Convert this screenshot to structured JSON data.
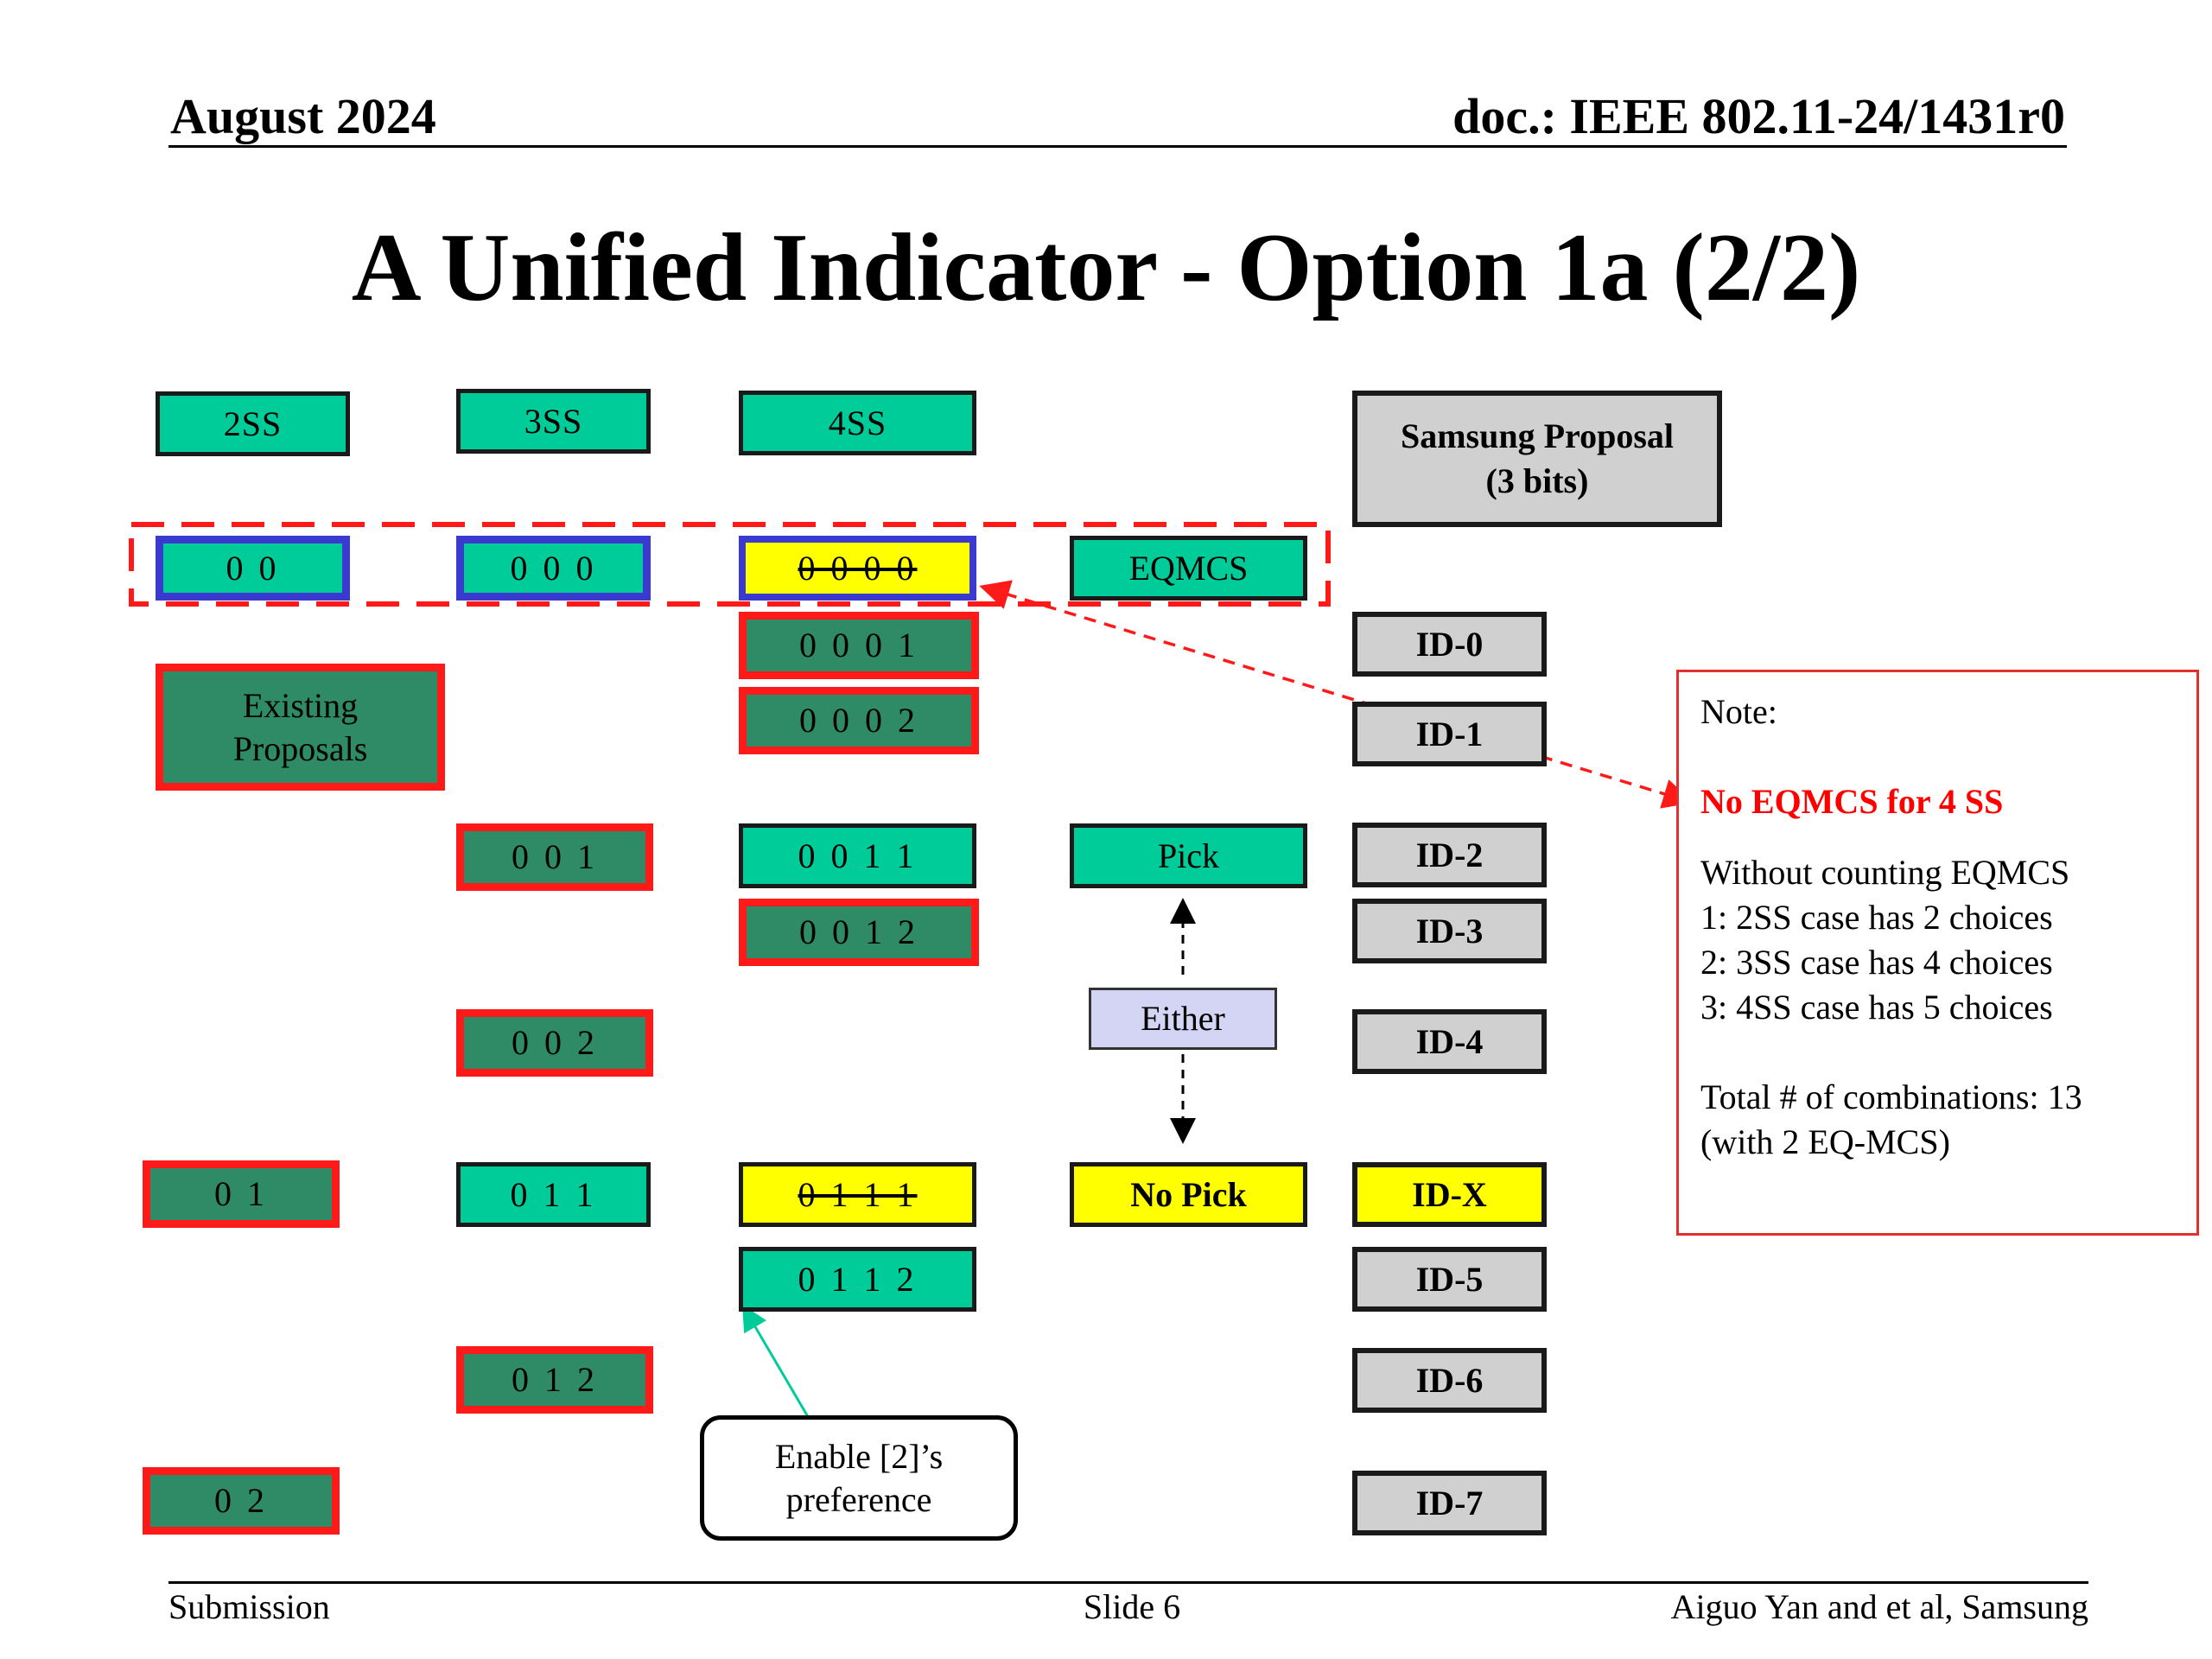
{
  "header": {
    "date": "August 2024",
    "doc": "doc.: IEEE 802.11-24/1431r0"
  },
  "title": "A Unified Indicator - Option 1a (2/2)",
  "columns": {
    "c2ss": "2SS",
    "c3ss": "3SS",
    "c4ss": "4SS"
  },
  "proposal": {
    "line1": "Samsung Proposal",
    "line2": "(3 bits)"
  },
  "boxes": {
    "b2_00": "0 0",
    "b3_000": "0 0 0",
    "b4_0000": "0 0 0 0",
    "eqmcs": "EQMCS",
    "b4_0001": "0 0 0 1",
    "b4_0002": "0 0 0 2",
    "existing1": "Existing",
    "existing2": "Proposals",
    "b3_001": "0 0 1",
    "b4_0011": "0 0 1 1",
    "pick": "Pick",
    "b4_0012": "0 0 1 2",
    "either": "Either",
    "b3_002": "0 0 2",
    "b2_01": "0 1",
    "b3_011": "0 1 1",
    "b4_0111": "0 1 1 1",
    "nopick": "No Pick",
    "b4_0112": "0 1 1 2",
    "b3_012": "0 1 2",
    "b2_02": "0 2",
    "enable1": "Enable [2]’s",
    "enable2": "preference"
  },
  "ids": [
    "ID-0",
    "ID-1",
    "ID-2",
    "ID-3",
    "ID-4",
    "ID-X",
    "ID-5",
    "ID-6",
    "ID-7"
  ],
  "note": {
    "label": "Note:",
    "highlight": "No EQMCS for 4 SS",
    "lines": [
      "Without counting EQMCS",
      "1: 2SS case has 2 choices",
      "2: 3SS case has 4 choices",
      "3: 4SS case has 5 choices"
    ],
    "total1": "Total # of combinations: 13",
    "total2": "(with 2 EQ-MCS)"
  },
  "footer": {
    "left": "Submission",
    "center": "Slide 6",
    "right": "Aiguo Yan and et al, Samsung"
  },
  "colors": {
    "light_green": "#00cc99",
    "dark_green": "#2e8b65",
    "red_border": "#ff1a1a",
    "blue_border": "#3a3ad0",
    "yellow": "#ffff00",
    "grey": "#d0d0d0",
    "lavender": "#d4d4f4",
    "note_red": "#ff0000"
  }
}
